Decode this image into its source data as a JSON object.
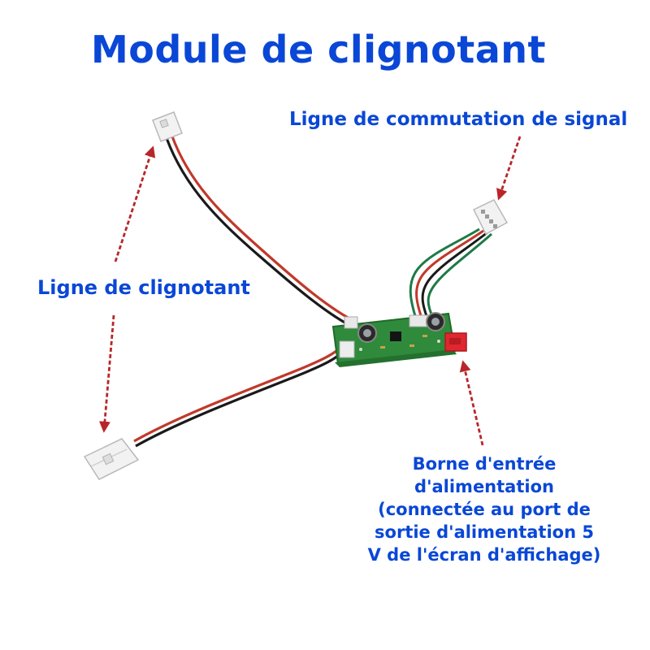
{
  "title": "Module de clignotant",
  "labels": {
    "signal_line": "Ligne de commutation de signal",
    "blinker_line": "Ligne de clignotant",
    "power_input_lines": [
      "Borne d'entrée",
      "d'alimentation",
      "(connectée au port de",
      "sortie d'alimentation 5",
      "V de l'écran d'affichage)"
    ]
  },
  "colors": {
    "label_blue": "#0a47d6",
    "arrow_red": "#b8262a",
    "pcb_green": "#2f8a3c",
    "wire_red": "#c0392b",
    "wire_black": "#1a1a1a",
    "wire_green": "#1e7a46",
    "connector_white": "#f2f2f2",
    "connector_red": "#e0262f"
  }
}
